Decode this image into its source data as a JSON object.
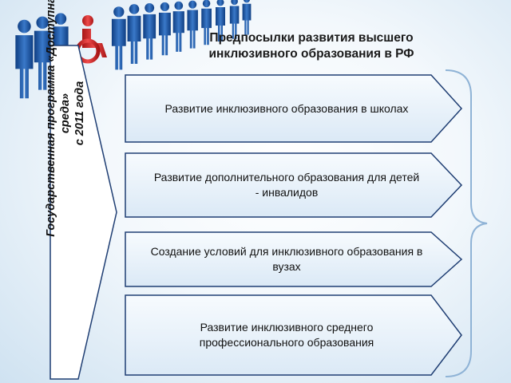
{
  "title_line1": "Предпосылки развития высшего",
  "title_line2": "инклюзивного образования в РФ",
  "program": {
    "line1": "Государственная программа «Доступная",
    "line2": "среда»",
    "line3": "с 2011 года"
  },
  "items": [
    {
      "line1": "Развитие инклюзивного образования  в школах",
      "line2": ""
    },
    {
      "line1": "Развитие дополнительного образования для детей",
      "line2": "- инвалидов"
    },
    {
      "line1": "Создание условий для инклюзивного образования в",
      "line2": "вузах"
    },
    {
      "line1": "Развитие инклюзивного среднего",
      "line2": "профессионального  образования"
    }
  ],
  "colors": {
    "people_blue": "#1e5aa8",
    "wheelchair_red": "#d62626",
    "box_border": "#1f3e73",
    "box_fill": "#e4eff9",
    "brace": "#8fb3d6"
  },
  "icons": [
    "people-icon",
    "wheelchair-icon",
    "brace-icon"
  ]
}
